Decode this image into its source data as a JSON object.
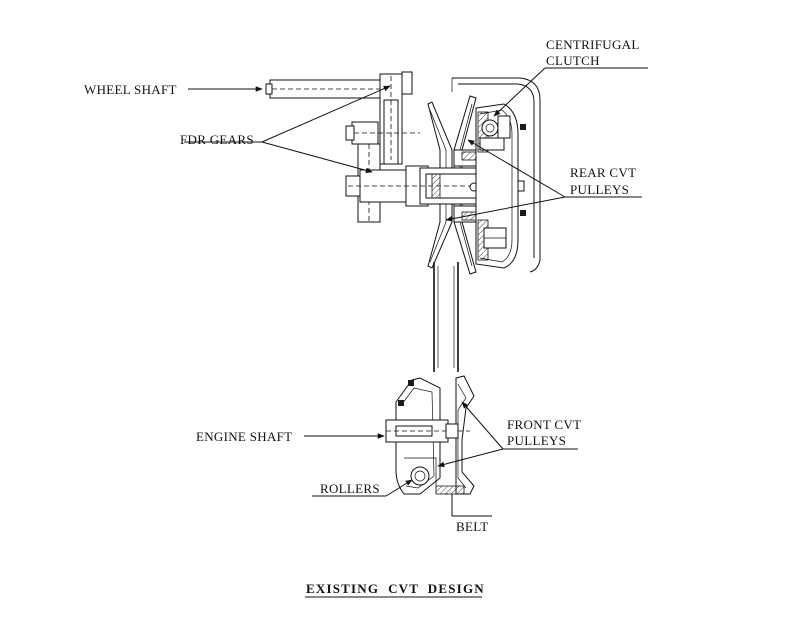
{
  "title": "EXISTING  CVT  DESIGN",
  "labels": {
    "wheel_shaft": "WHEEL SHAFT",
    "fdr_gears": "FDR GEARS",
    "centrifugal_clutch_1": "CENTRIFUGAL",
    "centrifugal_clutch_2": "CLUTCH",
    "rear_cvt_1": "REAR CVT",
    "rear_cvt_2": "PULLEYS",
    "engine_shaft": "ENGINE SHAFT",
    "front_cvt_1": "FRONT CVT",
    "front_cvt_2": "PULLEYS",
    "rollers": "ROLLERS",
    "belt": "BELT"
  }
}
